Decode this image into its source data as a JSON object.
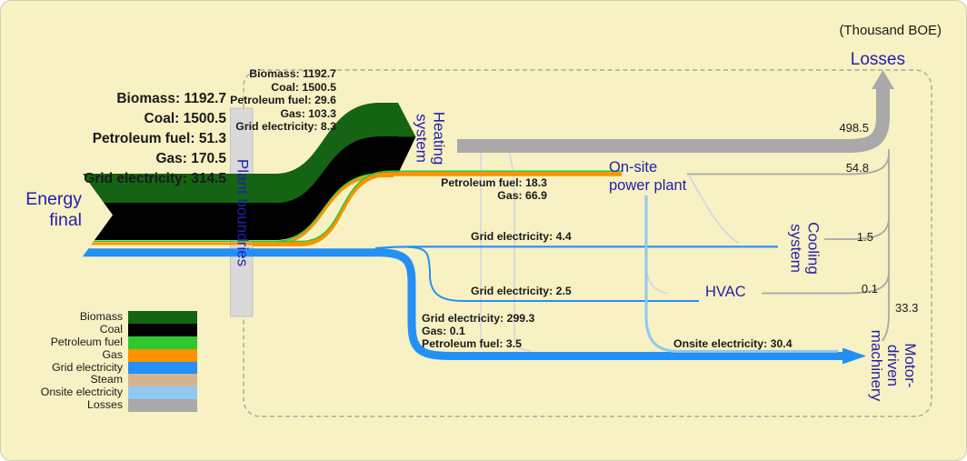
{
  "diagram": {
    "units_label": "(Thousand BOE)",
    "source_node": {
      "name_lines": [
        "Energy",
        "final"
      ]
    },
    "boundary": {
      "label": "Plant boundries"
    },
    "losses_node": {
      "label": "Losses"
    },
    "source_inputs": [
      "Biomass: 1192.7",
      "Coal: 1500.5",
      "Petroleum fuel: 51.3",
      "Gas: 170.5",
      "Grid electricity: 314.5"
    ],
    "heating": {
      "name_lines": [
        "Heating",
        "system"
      ],
      "inputs": [
        "Biomass: 1192.7",
        "Coal: 1500.5",
        "Petroleum fuel: 29.6",
        "Gas: 103.3",
        "Grid electricity: 8.3"
      ],
      "loss": "498.5"
    },
    "onsite_plant": {
      "name_lines": [
        "On-site",
        "power plant"
      ],
      "inputs": [
        "Petroleum fuel: 18.3",
        "Gas: 66.9"
      ],
      "loss": "54.8"
    },
    "cooling": {
      "name_lines": [
        "Cooling",
        "system"
      ],
      "input": "Grid electricity: 4.4",
      "loss": "1.5"
    },
    "hvac": {
      "name": "HVAC",
      "input": "Grid electricity: 2.5",
      "loss": "0.1"
    },
    "motor": {
      "name_lines": [
        "Motor-",
        "driven",
        "machinery"
      ],
      "inputs": [
        "Grid electricity: 299.3",
        "Gas: 0.1",
        "Petroleum fuel: 3.5"
      ],
      "onsite_input": "Onsite electricity: 30.4",
      "loss": "33.3"
    },
    "legend": [
      {
        "label": "Biomass",
        "color": "#146414"
      },
      {
        "label": "Coal",
        "color": "#000000"
      },
      {
        "label": "Petroleum fuel",
        "color": "#2fc82f"
      },
      {
        "label": "Gas",
        "color": "#fa9200"
      },
      {
        "label": "Grid electricity",
        "color": "#2490f5"
      },
      {
        "label": "Steam",
        "color": "#d4b48f"
      },
      {
        "label": "Onsite electricity",
        "color": "#8fc9ef"
      },
      {
        "label": "Losses",
        "color": "#a9a9a9"
      }
    ]
  },
  "chart_data": {
    "type": "sankey",
    "unit": "Thousand BOE",
    "nodes": [
      "Energy final",
      "Plant boundries",
      "Heating system",
      "On-site power plant",
      "Cooling system",
      "HVAC",
      "Motor-driven machinery",
      "Losses"
    ],
    "source_totals": {
      "Biomass": 1192.7,
      "Coal": 1500.5,
      "Petroleum fuel": 51.3,
      "Gas": 170.5,
      "Grid electricity": 314.5
    },
    "links": [
      {
        "source": "Energy final",
        "target": "Heating system",
        "carrier": "Biomass",
        "value": 1192.7
      },
      {
        "source": "Energy final",
        "target": "Heating system",
        "carrier": "Coal",
        "value": 1500.5
      },
      {
        "source": "Energy final",
        "target": "Heating system",
        "carrier": "Petroleum fuel",
        "value": 29.6
      },
      {
        "source": "Energy final",
        "target": "Heating system",
        "carrier": "Gas",
        "value": 103.3
      },
      {
        "source": "Energy final",
        "target": "Heating system",
        "carrier": "Grid electricity",
        "value": 8.3
      },
      {
        "source": "Energy final",
        "target": "On-site power plant",
        "carrier": "Petroleum fuel",
        "value": 18.3
      },
      {
        "source": "Energy final",
        "target": "On-site power plant",
        "carrier": "Gas",
        "value": 66.9
      },
      {
        "source": "Energy final",
        "target": "Cooling system",
        "carrier": "Grid electricity",
        "value": 4.4
      },
      {
        "source": "Energy final",
        "target": "HVAC",
        "carrier": "Grid electricity",
        "value": 2.5
      },
      {
        "source": "Energy final",
        "target": "Motor-driven machinery",
        "carrier": "Grid electricity",
        "value": 299.3
      },
      {
        "source": "Energy final",
        "target": "Motor-driven machinery",
        "carrier": "Gas",
        "value": 0.1
      },
      {
        "source": "Energy final",
        "target": "Motor-driven machinery",
        "carrier": "Petroleum fuel",
        "value": 3.5
      },
      {
        "source": "On-site power plant",
        "target": "Motor-driven machinery",
        "carrier": "Onsite electricity",
        "value": 30.4
      },
      {
        "source": "Heating system",
        "target": "Losses",
        "carrier": "Losses",
        "value": 498.5
      },
      {
        "source": "On-site power plant",
        "target": "Losses",
        "carrier": "Losses",
        "value": 54.8
      },
      {
        "source": "Cooling system",
        "target": "Losses",
        "carrier": "Losses",
        "value": 1.5
      },
      {
        "source": "HVAC",
        "target": "Losses",
        "carrier": "Losses",
        "value": 0.1
      },
      {
        "source": "Motor-driven machinery",
        "target": "Losses",
        "carrier": "Losses",
        "value": 33.3
      }
    ]
  }
}
